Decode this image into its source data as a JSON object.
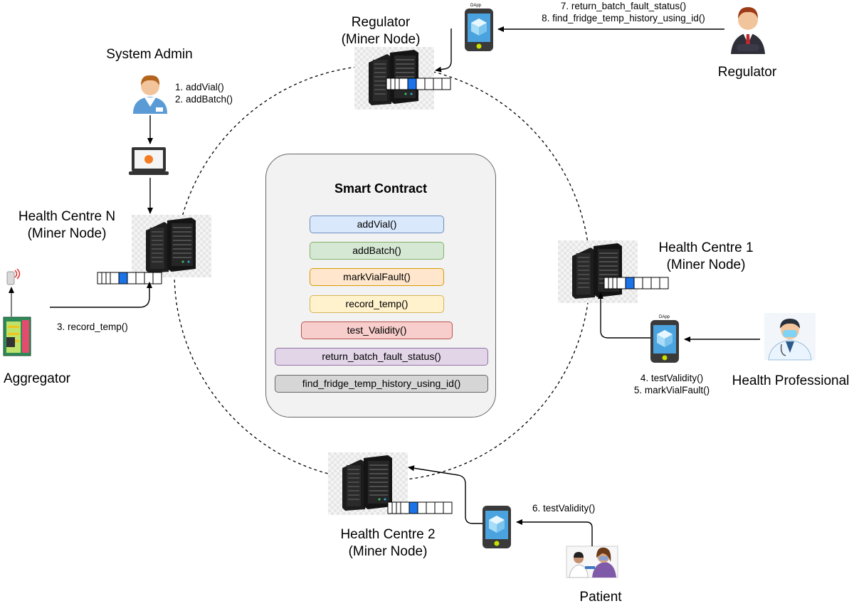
{
  "contract": {
    "title": "Smart Contract",
    "functions": [
      {
        "label": "addVial()",
        "fill": "#dae8fc",
        "stroke": "#6c8ebf"
      },
      {
        "label": "addBatch()",
        "fill": "#d5e8d4",
        "stroke": "#82b366"
      },
      {
        "label": "markVialFault()",
        "fill": "#ffe6cc",
        "stroke": "#d79b00"
      },
      {
        "label": "record_temp()",
        "fill": "#fff2cc",
        "stroke": "#d6b656"
      },
      {
        "label": "test_Validity()",
        "fill": "#f8cecc",
        "stroke": "#b85450"
      },
      {
        "label": "return_batch_fault_status()",
        "fill": "#e1d5e7",
        "stroke": "#9673a6"
      },
      {
        "label": "find_fridge_temp_history_using_id()",
        "fill": "#d6d6d6",
        "stroke": "#666666"
      }
    ]
  },
  "nodes": {
    "regulator_node": {
      "line1": "Regulator",
      "line2": "(Miner Node)"
    },
    "hc_n": {
      "line1": "Health Centre N",
      "line2": "(Miner Node)"
    },
    "hc_1": {
      "line1": "Health Centre 1",
      "line2": "(Miner Node)"
    },
    "hc_2": {
      "line1": "Health Centre 2",
      "line2": "(Miner Node)"
    }
  },
  "actors": {
    "system_admin": "System Admin",
    "regulator": "Regulator",
    "aggregator": "Aggregator",
    "health_professional": "Health Professional",
    "patient": "Patient"
  },
  "calls": {
    "admin": [
      "1. addVial()",
      "2. addBatch()"
    ],
    "aggregator": [
      "3. record_temp()"
    ],
    "health_professional": [
      "4. testValidity()",
      "5. markVialFault()"
    ],
    "patient": [
      "6. testValidity()"
    ],
    "regulator": [
      "7. return_batch_fault_status()",
      "8. find_fridge_temp_history_using_id()"
    ]
  },
  "dapp_label": "DApp",
  "colors": {
    "chain_block": "#1a73e8",
    "phone": "#3a3a3a",
    "phone_screen": "#5aa9e6"
  }
}
